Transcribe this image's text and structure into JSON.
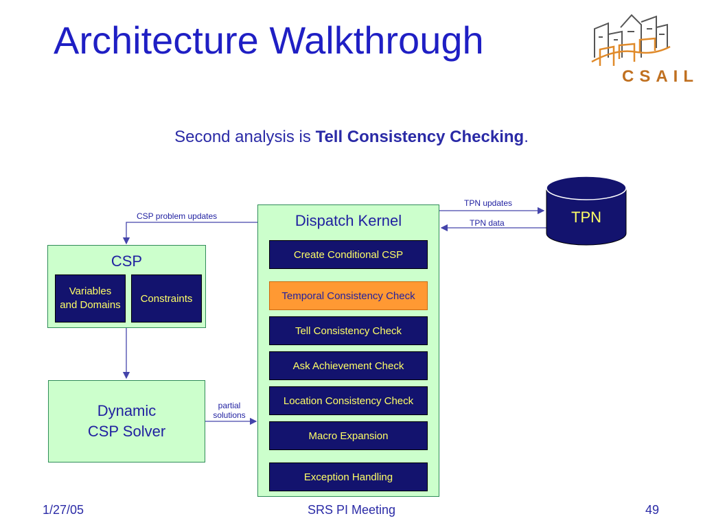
{
  "slide": {
    "title": "Architecture Walkthrough",
    "subtitle_prefix": "Second analysis is ",
    "subtitle_bold": "Tell Consistency Checking",
    "subtitle_suffix": "."
  },
  "logo": {
    "text": "CSAIL"
  },
  "diagram": {
    "dispatch_kernel": {
      "title": "Dispatch Kernel",
      "modules": [
        "Create Conditional CSP",
        "Temporal Consistency Check",
        "Tell Consistency Check",
        "Ask Achievement Check",
        "Location Consistency Check",
        "Macro Expansion",
        "Exception Handling"
      ]
    },
    "csp": {
      "title": "CSP",
      "left_box": "Variables and Domains",
      "right_box": "Constraints"
    },
    "solver": {
      "line1": "Dynamic",
      "line2": "CSP Solver"
    },
    "tpn": {
      "label": "TPN"
    },
    "arrows": {
      "csp_problem_updates": "CSP problem updates",
      "tpn_updates": "TPN updates",
      "tpn_data": "TPN data",
      "partial_solutions_1": "partial",
      "partial_solutions_2": "solutions"
    },
    "colors": {
      "navy": "#13136e",
      "green": "#ccffcc",
      "highlight": "#ff9933",
      "module_text": "#ffff66"
    }
  },
  "footer": {
    "date": "1/27/05",
    "center": "SRS PI Meeting",
    "page": "49"
  }
}
